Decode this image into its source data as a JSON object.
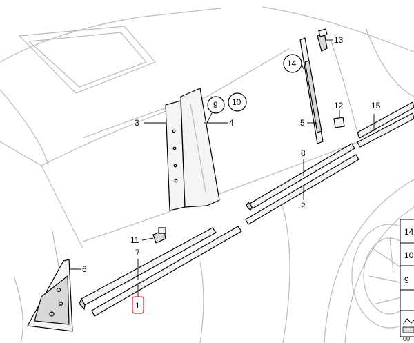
{
  "callouts": {
    "c1": "1",
    "c2": "2",
    "c3": "3",
    "c4": "4",
    "c5": "5",
    "c6": "6",
    "c7": "7",
    "c8": "8",
    "c9": "9",
    "c10": "10",
    "c11": "11",
    "c12": "12",
    "c13": "13",
    "c14": "14",
    "c15": "15"
  },
  "side_panel": {
    "row1": "14",
    "row2": "10",
    "row3": "9"
  },
  "footer_fragment": "00"
}
